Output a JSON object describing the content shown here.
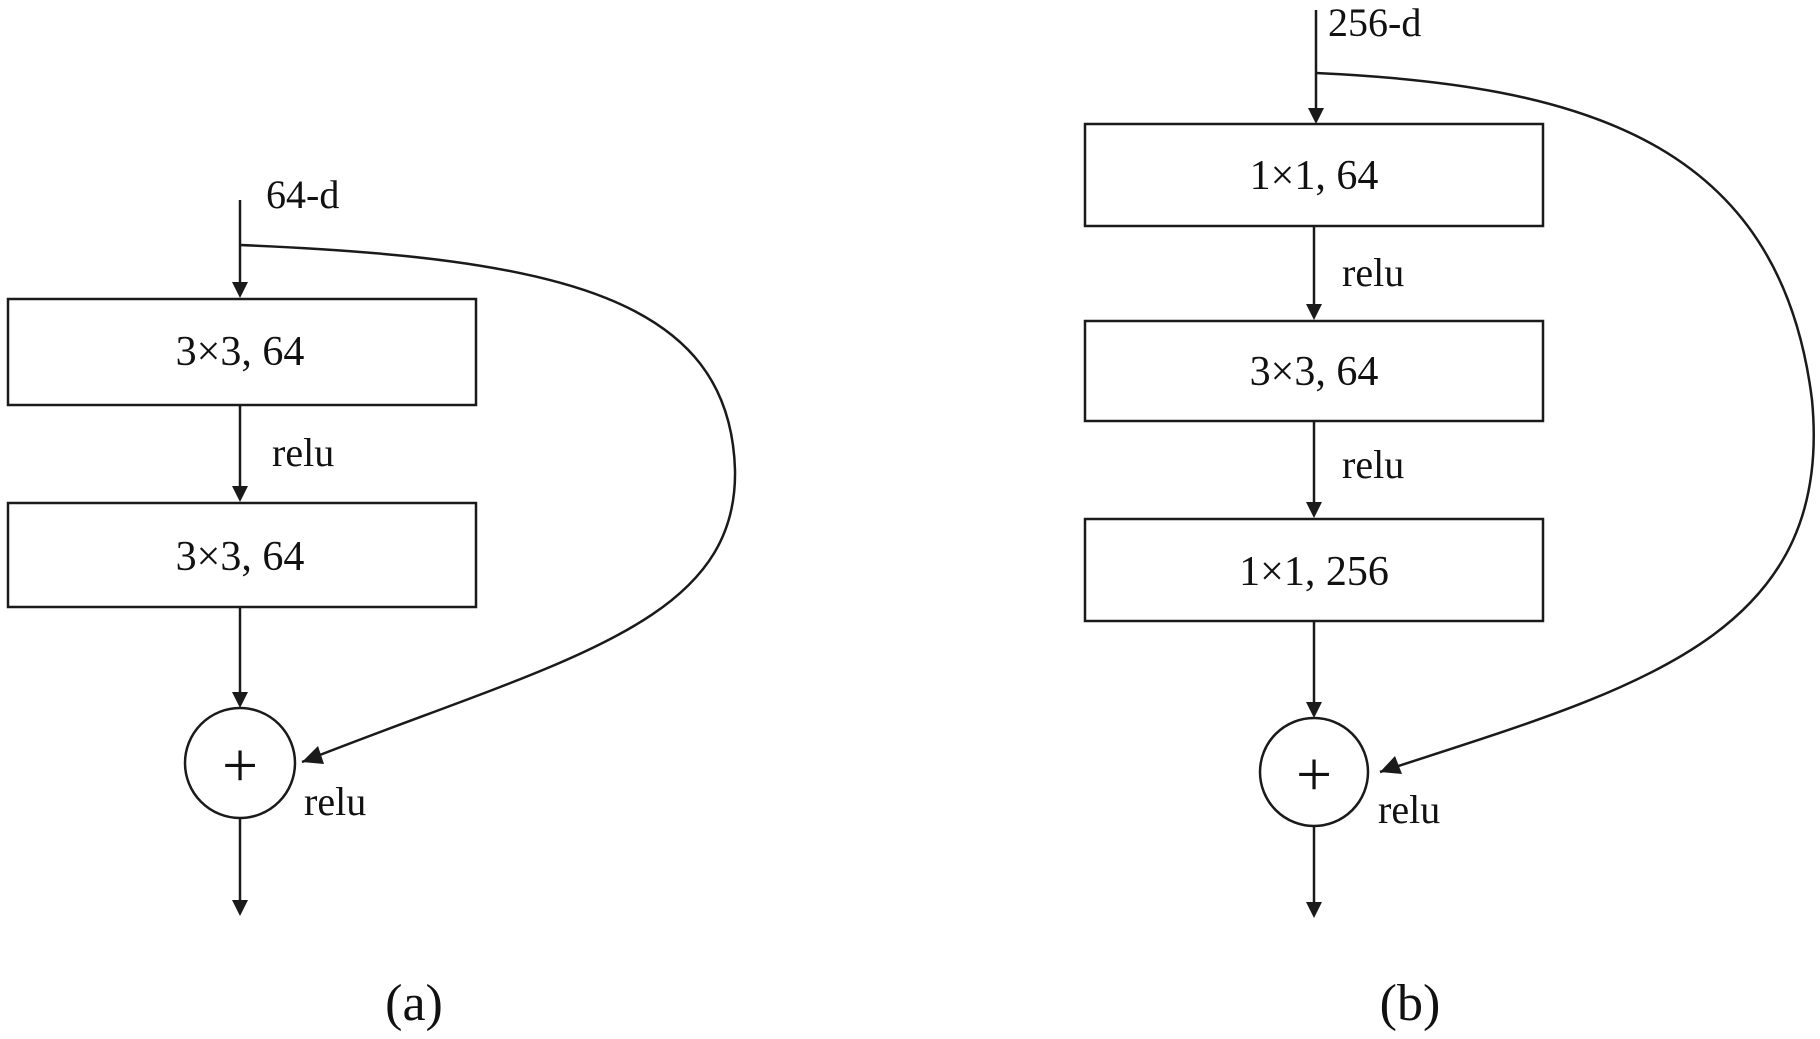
{
  "panel_a": {
    "input_label": "64-d",
    "layers": [
      "3×3, 64",
      "3×3, 64"
    ],
    "activations": [
      "relu"
    ],
    "sum_symbol": "+",
    "output_activation": "relu",
    "caption": "(a)"
  },
  "panel_b": {
    "input_label": "256-d",
    "layers": [
      "1×1, 64",
      "3×3, 64",
      "1×1, 256"
    ],
    "activations": [
      "relu",
      "relu"
    ],
    "sum_symbol": "+",
    "output_activation": "relu",
    "caption": "(b)"
  },
  "colors": {
    "stroke": "#1a1a1a",
    "background": "#ffffff"
  }
}
